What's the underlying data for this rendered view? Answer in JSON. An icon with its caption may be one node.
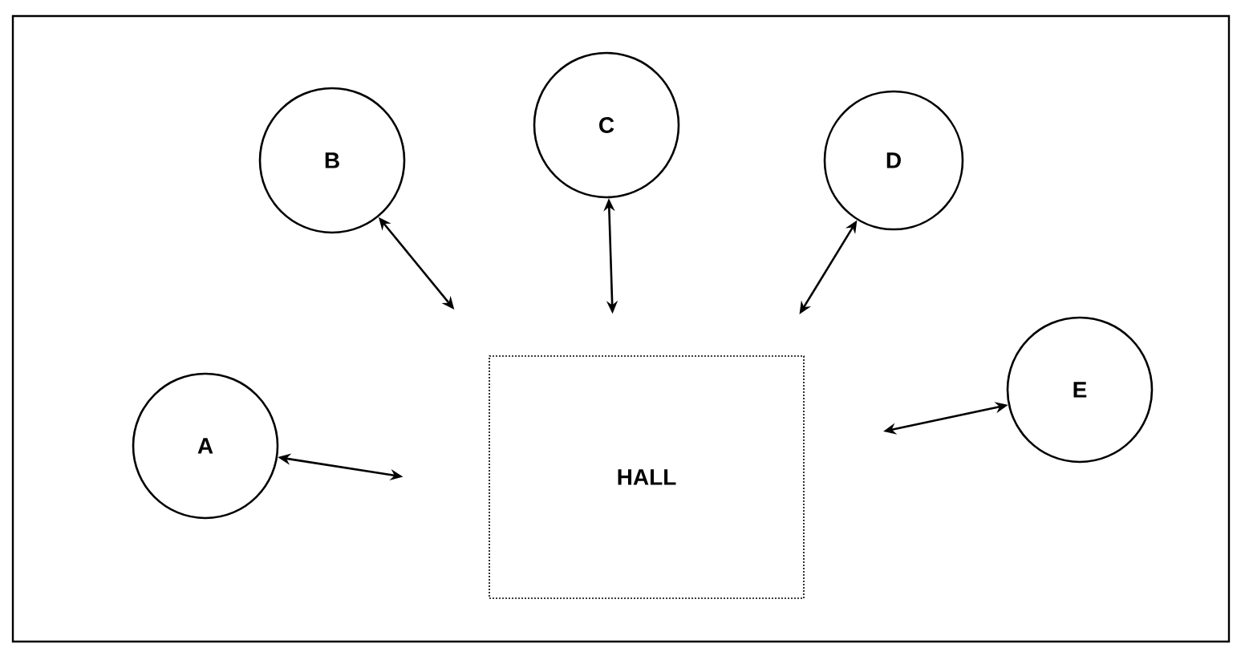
{
  "diagram": {
    "nodes": [
      {
        "text": [
          "B"
        ]
      },
      {
        "text": [
          "C"
        ]
      },
      {
        "text": [
          "D"
        ]
      },
      {
        "text": [
          "A"
        ]
      },
      {
        "text": [
          "HALL"
        ]
      },
      {
        "text": [
          "E"
        ]
      }
    ],
    "edges": [
      {
        "from": 3,
        "to": 4,
        "arrow": "both"
      },
      {
        "from": 0,
        "to": 4,
        "arrow": "both"
      },
      {
        "from": 1,
        "to": 4,
        "arrow": "both"
      },
      {
        "from": 2,
        "to": 4,
        "arrow": "both"
      },
      {
        "from": 5,
        "to": 4,
        "arrow": "both"
      }
    ]
  }
}
